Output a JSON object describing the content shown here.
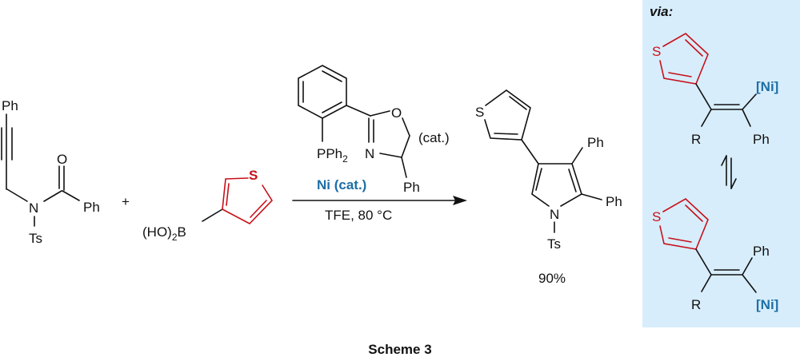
{
  "colors": {
    "thiophene": "#c8101a",
    "nickel": "#1c6fa6",
    "via_panel_bg": "#d7edfb"
  },
  "substrate": {
    "alkyne_sub": "Ph",
    "N": "N",
    "O": "O",
    "acyl_sub": "Ph",
    "N_sub": "Ts"
  },
  "plus": "+",
  "boronic_acid": {
    "prefix": "(HO)",
    "subscript": "2",
    "boron": "B",
    "S": "S"
  },
  "ligand": {
    "P": "PPh",
    "P_sub": "2",
    "N": "N",
    "O": "O",
    "cat": "(cat.)",
    "Ph": "Ph"
  },
  "conditions": {
    "catalyst": "Ni (cat.)",
    "solvent_temp": "TFE, 80 °C"
  },
  "product": {
    "S": "S",
    "Ph4": "Ph",
    "Ph5": "Ph",
    "N": "N",
    "Ts": "Ts",
    "yield": "90%"
  },
  "via": {
    "label": "via:",
    "top": {
      "S": "S",
      "Ni": "[Ni]",
      "R": "R",
      "Ph": "Ph"
    },
    "bottom": {
      "S": "S",
      "Ni": "[Ni]",
      "R": "R",
      "Ph": "Ph"
    }
  },
  "caption": "Scheme 3"
}
